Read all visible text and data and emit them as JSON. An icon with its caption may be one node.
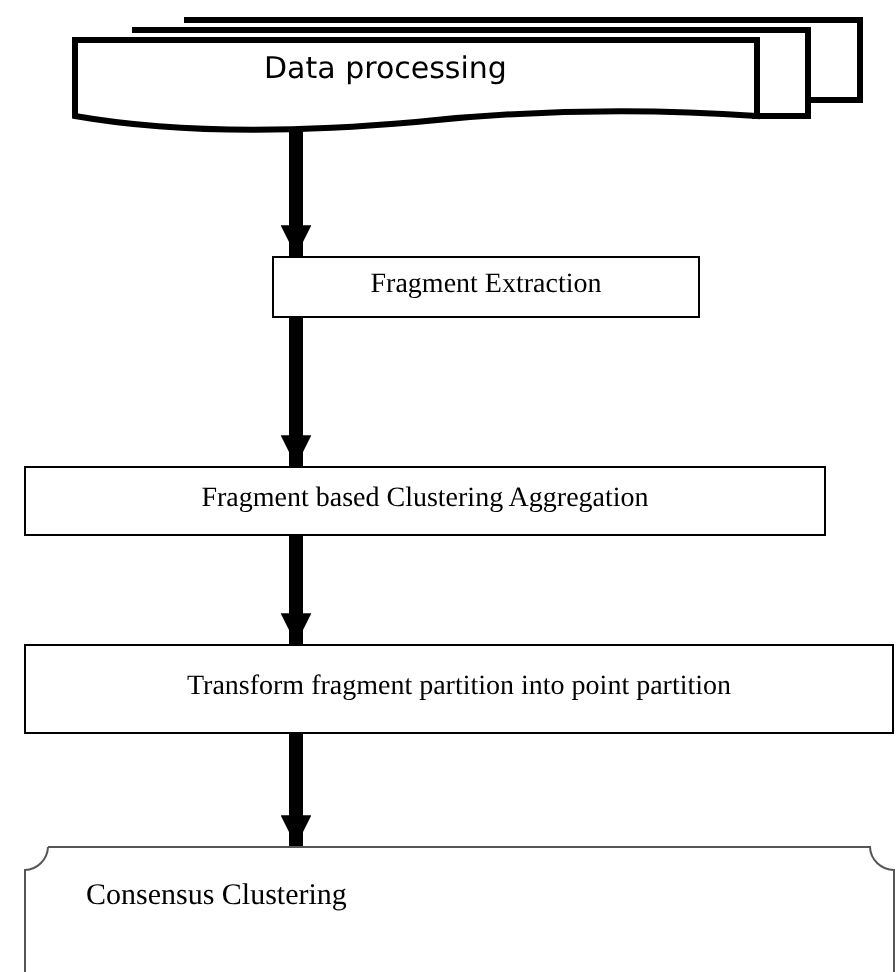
{
  "diagram": {
    "nodes": [
      {
        "text": [
          "Data processing"
        ]
      },
      {
        "text": [
          "Fragment Extraction"
        ]
      },
      {
        "text": [
          "Fragment based Clustering Aggregation"
        ]
      },
      {
        "text": [
          "Transform fragment partition into point partition"
        ]
      },
      {
        "text": [
          "Consensus Clustering"
        ]
      }
    ],
    "edges": [
      {
        "from": 0,
        "to": 1,
        "arrow": "to"
      },
      {
        "from": 1,
        "to": 2,
        "arrow": "to"
      },
      {
        "from": 2,
        "to": 3,
        "arrow": "to"
      },
      {
        "from": 3,
        "to": 4,
        "arrow": "to"
      }
    ]
  }
}
